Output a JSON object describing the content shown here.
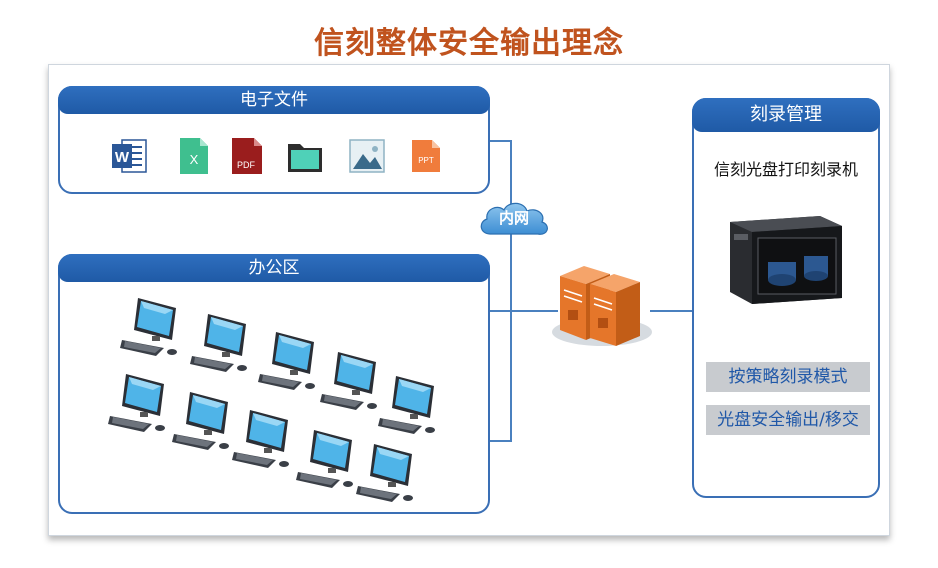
{
  "title": "信刻整体安全输出理念",
  "files_panel": {
    "title": "电子文件",
    "icons": [
      "word-icon",
      "excel-icon",
      "pdf-icon",
      "folder-icon",
      "image-icon",
      "ppt-icon"
    ],
    "word_letter": "W",
    "excel_letter": "X",
    "pdf_label": "PDF",
    "ppt_label": "PPT"
  },
  "office_panel": {
    "title": "办公区",
    "computer_count": 10
  },
  "network": {
    "label": "内网"
  },
  "burn_panel": {
    "title": "刻录管理",
    "device_name": "信刻光盘打印刻录机",
    "modes": [
      "按策略刻录模式",
      "光盘安全输出/移交"
    ]
  },
  "colors": {
    "title": "#c0531e",
    "panel_blue": "#2f6fbf",
    "line_blue": "#4a80bf",
    "server_orange": "#e5762a",
    "label_bg": "#c8cbcf",
    "label_text": "#2058a8"
  }
}
